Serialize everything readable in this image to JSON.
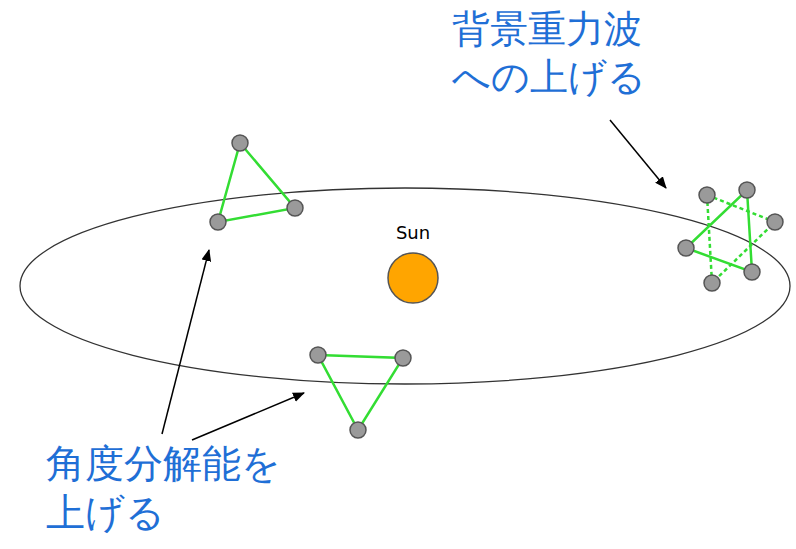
{
  "diagram": {
    "nodes": [
      {
        "text": [
          "Sun"
        ]
      }
    ],
    "labels": [
      "背景重力波 への上げる",
      "角度分解能を 上げる"
    ]
  }
}
